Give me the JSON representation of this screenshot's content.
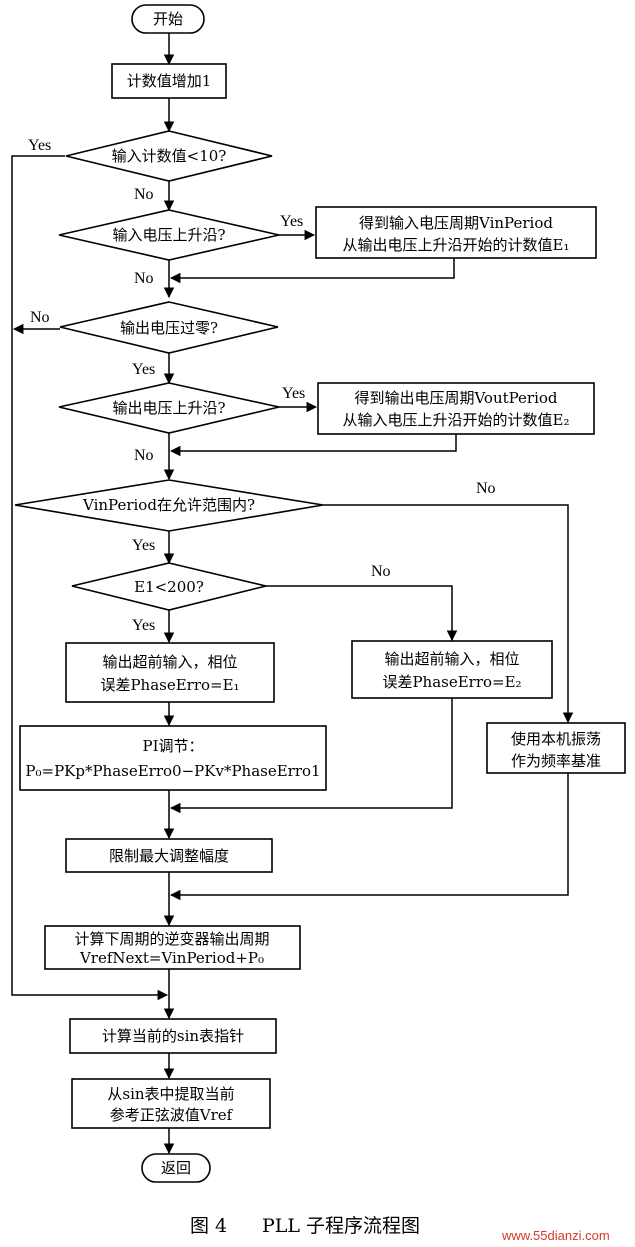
{
  "nodes": {
    "start": "开始",
    "increment": "计数值增加1",
    "check_count": "输入计数值<10?",
    "in_rise": "输入电压上升沿?",
    "get_vin_1": "得到输入电压周期VinPeriod",
    "get_vin_2": "从输出电压上升沿开始的计数值E₁",
    "zero_cross": "输出电压过零?",
    "out_rise": "输出电压上升沿?",
    "get_vout_1": "得到输出电压周期VoutPeriod",
    "get_vout_2": "从输入电压上升沿开始的计数值E₂",
    "vin_range": "VinPeriod在允许范围内?",
    "e1_check": "E1<200?",
    "lead1_1": "输出超前输入，相位",
    "lead1_2": "误差PhaseErro=E₁",
    "lead2_1": "输出超前输入，相位",
    "lead2_2": "误差PhaseErro=E₂",
    "local_osc_1": "使用本机振荡",
    "local_osc_2": "作为频率基准",
    "pi_1": "PI调节：",
    "pi_2": "P₀=PKp*PhaseErro0−PKv*PhaseErro1",
    "limit": "限制最大调整幅度",
    "calc_period_1": "计算下周期的逆变器输出周期",
    "calc_period_2": "VrefNext=VinPeriod+P₀",
    "calc_sin": "计算当前的sin表指针",
    "fetch_sin_1": "从sin表中提取当前",
    "fetch_sin_2": "参考正弦波值Vref",
    "return": "返回"
  },
  "labels": {
    "yes": "Yes",
    "no": "No"
  },
  "caption": {
    "fig": "图 4",
    "title": "PLL 子程序流程图"
  },
  "watermark": "www.55dianzi.com"
}
